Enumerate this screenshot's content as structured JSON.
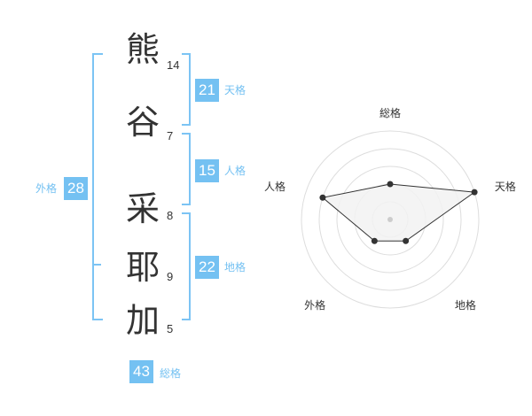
{
  "name": {
    "characters": [
      {
        "char": "熊",
        "strokes": "14"
      },
      {
        "char": "谷",
        "strokes": "7"
      },
      {
        "char": "采",
        "strokes": "8"
      },
      {
        "char": "耶",
        "strokes": "9"
      },
      {
        "char": "加",
        "strokes": "5"
      }
    ]
  },
  "fortune": {
    "tenkaku": {
      "value": "21",
      "label": "天格"
    },
    "jinkaku": {
      "value": "15",
      "label": "人格"
    },
    "chikaku": {
      "value": "22",
      "label": "地格"
    },
    "gaikaku": {
      "value": "28",
      "label": "外格"
    },
    "soukaku": {
      "value": "43",
      "label": "総格"
    }
  },
  "colors": {
    "accent": "#74c1f2",
    "bracket": "#7cc4f4",
    "radar_fill": "#f2f2f2",
    "radar_line": "#333333"
  },
  "chart_data": {
    "type": "radar",
    "axes": [
      "総格",
      "天格",
      "地格",
      "外格",
      "人格"
    ],
    "values": [
      0.4,
      1.0,
      0.3,
      0.3,
      0.8
    ],
    "rings": 5
  }
}
